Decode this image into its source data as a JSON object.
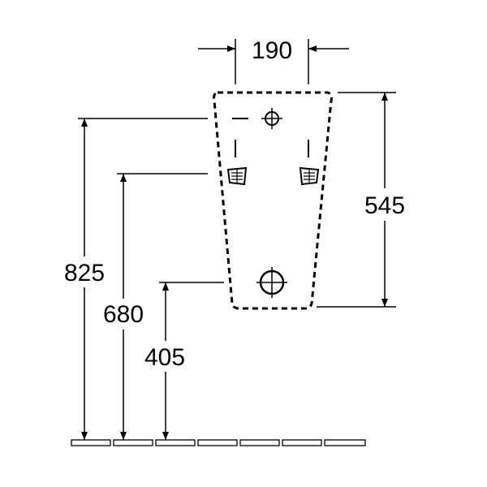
{
  "drawing": {
    "dimensions": {
      "top_width": "190",
      "total_height": "545",
      "height_825": "825",
      "height_680": "680",
      "height_405": "405"
    },
    "colors": {
      "line": "#000000",
      "background": "#ffffff"
    }
  }
}
